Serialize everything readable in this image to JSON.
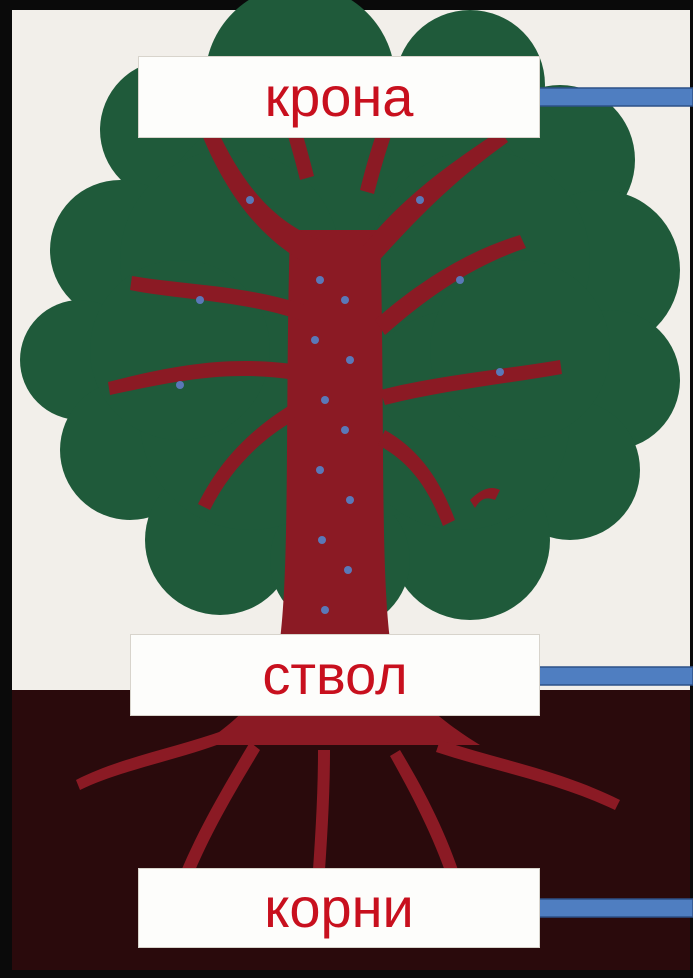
{
  "labels": {
    "crown": "крона",
    "trunk": "ствол",
    "roots": "корни"
  },
  "colors": {
    "label_text": "#c8101e",
    "arrow_fill": "#4f7ec1",
    "arrow_stroke": "#2d5088",
    "foliage": "#1f5a3a",
    "trunk": "#8b1a24",
    "soil": "#2a0a0c",
    "sap_dots": "#5a78b8",
    "paper": "#f2efea",
    "frame": "#0a0a0a"
  },
  "icons": {
    "crown_arrow": "arrow-left-icon",
    "trunk_arrow": "arrow-left-icon",
    "roots_arrow": "arrow-left-icon"
  }
}
